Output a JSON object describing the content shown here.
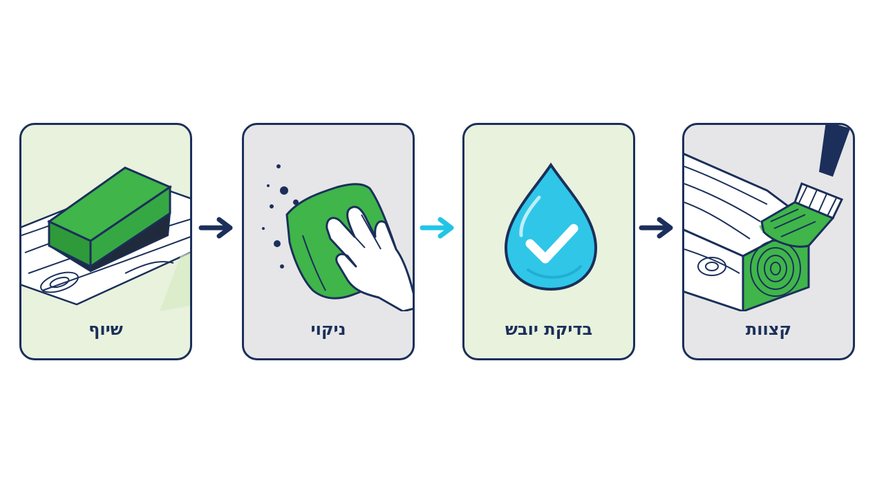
{
  "steps": [
    {
      "label": "שיוף",
      "icon": "sanding-block-icon",
      "background": "#e8f2dd"
    },
    {
      "label": "ניקוי",
      "icon": "cloth-wiping-hand-icon",
      "background": "#e6e6e8"
    },
    {
      "label": "בדיקת יובש",
      "icon": "water-drop-check-icon",
      "background": "#e8f2dd"
    },
    {
      "label": "קצוות",
      "icon": "brush-on-wood-end-icon",
      "background": "#e6e6e8"
    }
  ],
  "colors": {
    "outline": "#1b2f5a",
    "green": "#2fa83a",
    "cyan": "#22c4e6",
    "arrow_dark": "#1b2f5a",
    "arrow_accent": "#22c4e6"
  }
}
